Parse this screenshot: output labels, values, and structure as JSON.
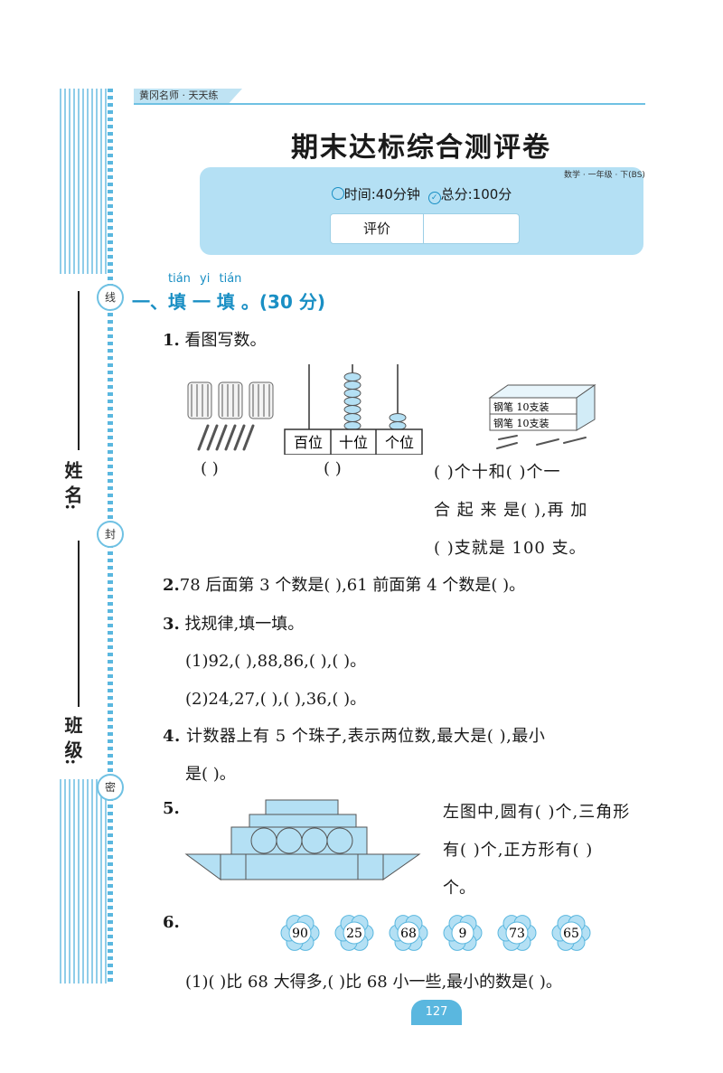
{
  "header": {
    "brand": "黄冈名师 · 天天练",
    "title": "期末达标综合测评卷",
    "subject": "数学 · 一年级 · 下(BS)",
    "time": "时间:40分钟",
    "score": "总分:100分",
    "eval_label": "评价"
  },
  "binding": {
    "name_label": "姓 名:",
    "class_label": "班 级:",
    "marks": [
      "线",
      "封",
      "密"
    ]
  },
  "section": {
    "pinyin": "tián yi tián",
    "title": "一、填 一 填 。(30 分)"
  },
  "q1": {
    "num": "1.",
    "text": "看图写数。",
    "abacus_labels": [
      "百位",
      "十位",
      "个位"
    ],
    "box_rows": [
      "钢笔  10支装",
      "钢笔  10支装"
    ],
    "blank1": "(      )",
    "blank2": "(      )",
    "line1": "(      )个十和(      )个一",
    "line2": "合 起 来 是(      ),再 加",
    "line3": "(      )支就是 100 支。"
  },
  "q2": {
    "num": "2.",
    "text": "78 后面第 3 个数是(      ),61 前面第 4 个数是(      )。"
  },
  "q3": {
    "num": "3.",
    "text": "找规律,填一填。",
    "line1": "(1)92,(      ),88,86,(      ),(      )。",
    "line2": "(2)24,27,(      ),(      ),36,(      )。"
  },
  "q4": {
    "num": "4.",
    "line1": "计数器上有 5 个珠子,表示两位数,最大是(      ),最小",
    "line2": "是(      )。"
  },
  "q5": {
    "num": "5.",
    "line1": "左图中,圆有(      )个,三角形",
    "line2": "有(      )个,正方形有(      )",
    "line3": "个。"
  },
  "q6": {
    "num": "6.",
    "flowers": [
      "90",
      "25",
      "68",
      "9",
      "73",
      "65"
    ],
    "line1": "(1)(      )比 68 大得多,(      )比 68 小一些,最小的数是(      )。"
  },
  "page": {
    "number": "127"
  },
  "colors": {
    "accent": "#5ab7df",
    "panel": "#b4e0f4",
    "section": "#1a8fc4"
  }
}
